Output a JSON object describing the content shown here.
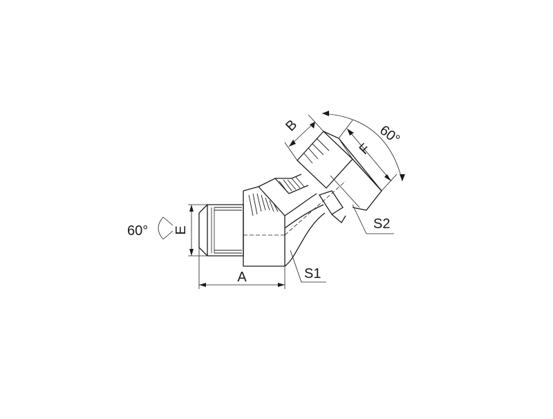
{
  "drawing": {
    "labels": {
      "A": "A",
      "E": "E",
      "B": "B",
      "F": "F",
      "S1": "S1",
      "S2": "S2",
      "angle_left": "60°",
      "angle_right": "60°"
    },
    "colors": {
      "line": "#1a1a1a",
      "background": "#ffffff"
    }
  }
}
